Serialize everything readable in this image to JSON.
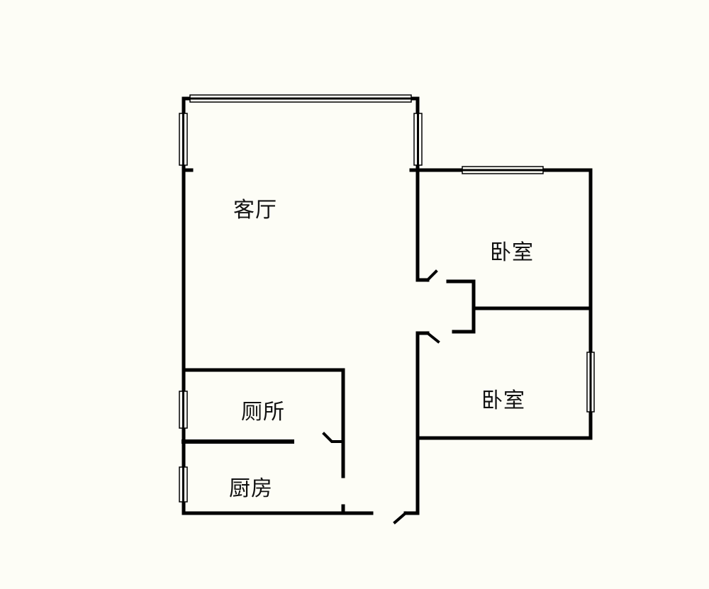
{
  "rooms": {
    "living_room": "客厅",
    "bedroom_1": "卧室",
    "bedroom_2": "卧室",
    "toilet": "厕所",
    "kitchen": "厨房"
  },
  "colors": {
    "background": "#fdfdf6",
    "wall": "#000000"
  }
}
